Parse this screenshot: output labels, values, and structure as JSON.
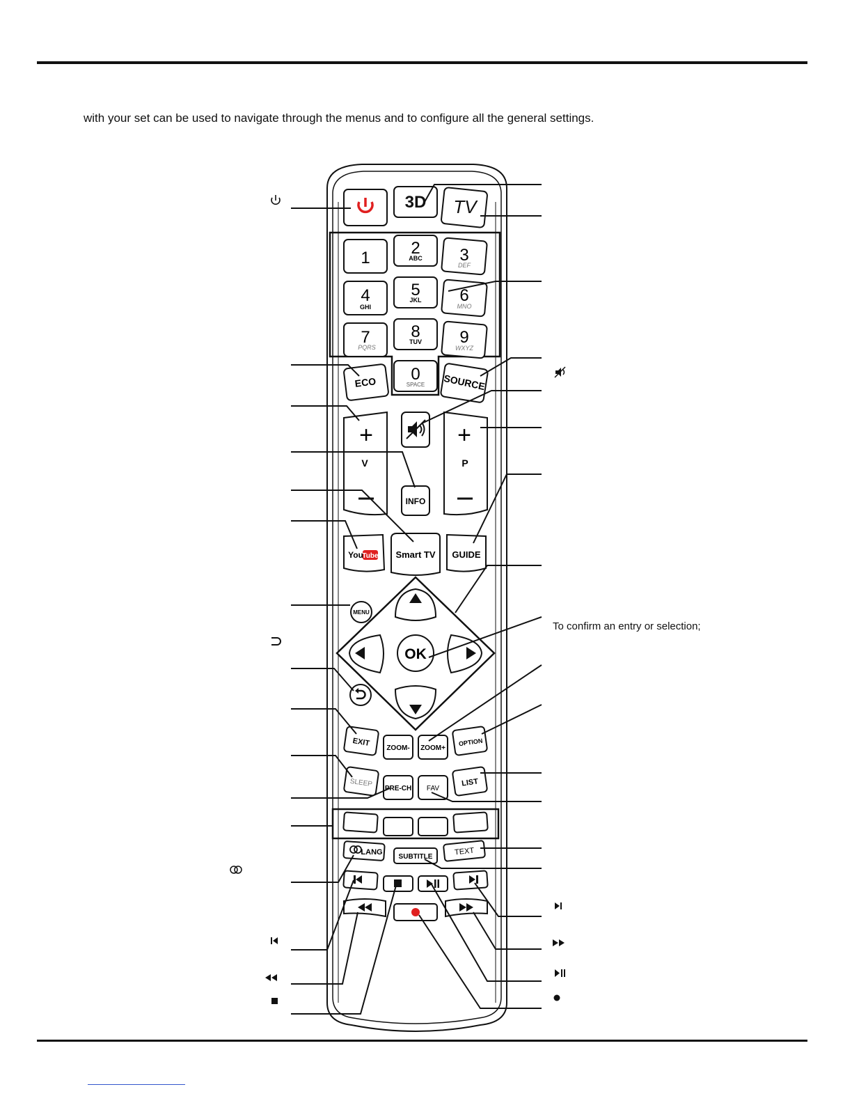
{
  "intro_text": "with your set can be used to navigate through the menus and to configure all the general settings.",
  "confirm_text": "To confirm an entry or selection;",
  "buttons": {
    "power_icon": "power-icon",
    "three_d": "3D",
    "tv": "TV",
    "digits": [
      {
        "num": "1",
        "letters": ""
      },
      {
        "num": "2",
        "letters": "ABC"
      },
      {
        "num": "3",
        "letters": "DEF"
      },
      {
        "num": "4",
        "letters": "GHI"
      },
      {
        "num": "5",
        "letters": "JKL"
      },
      {
        "num": "6",
        "letters": "MNO"
      },
      {
        "num": "7",
        "letters": "PQRS"
      },
      {
        "num": "8",
        "letters": "TUV"
      },
      {
        "num": "9",
        "letters": "WXYZ"
      },
      {
        "num": "0",
        "letters": "SPACE"
      }
    ],
    "eco": "ECO",
    "source": "SOURCE",
    "vol_plus": "+",
    "vol_label": "V",
    "vol_minus": "—",
    "prog_plus": "+",
    "prog_label": "P",
    "prog_minus": "—",
    "info": "INFO",
    "youtube_you": "You",
    "youtube_tube": "Tube",
    "smart_tv": "Smart TV",
    "guide": "GUIDE",
    "menu": "MENU",
    "ok": "OK",
    "exit": "EXIT",
    "zoom_minus": "ZOOM-",
    "zoom_plus": "ZOOM+",
    "option": "OPTION",
    "sleep": "SLEEP",
    "pre_ch": "PRE-CH",
    "fav": "FAV",
    "list": "LIST",
    "lang": "LANG",
    "subtitle": "SUBTITLE",
    "text": "TEXT"
  },
  "colors": {
    "power_red": "#e02020",
    "youtube_red": "#e02020",
    "record_red": "#e02020",
    "ink": "#111111"
  }
}
